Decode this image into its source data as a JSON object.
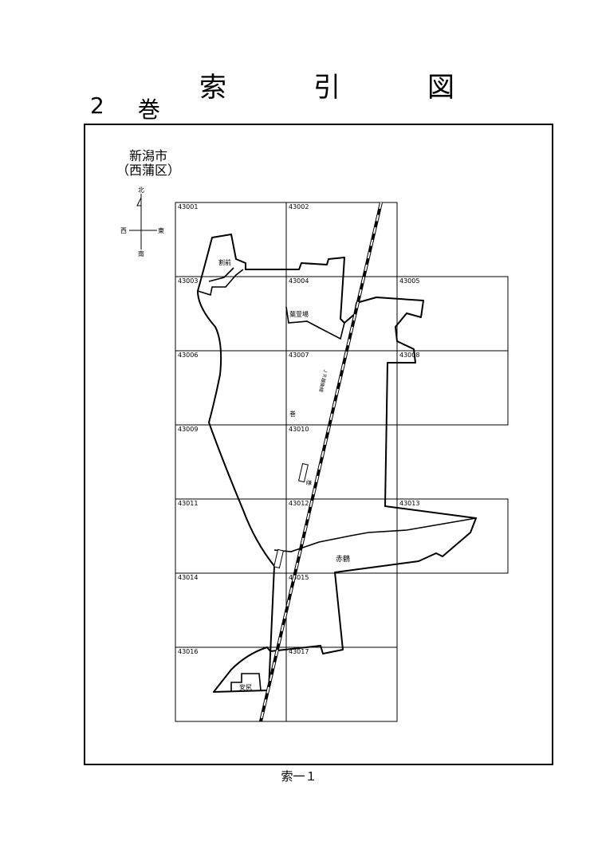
{
  "header": {
    "title_chars": [
      "索",
      "引",
      "図"
    ],
    "volume_number": "2",
    "volume_name": "巻"
  },
  "city": {
    "line1": "新潟市",
    "line2": "（西蒲区）"
  },
  "compass": {
    "north": "北",
    "south": "南",
    "west": "西",
    "east": "東"
  },
  "grid_cells": [
    {
      "id": "43001"
    },
    {
      "id": "43002"
    },
    {
      "id": "43003"
    },
    {
      "id": "43004"
    },
    {
      "id": "43005"
    },
    {
      "id": "43006"
    },
    {
      "id": "43007"
    },
    {
      "id": "43008"
    },
    {
      "id": "43009"
    },
    {
      "id": "43010"
    },
    {
      "id": "43011"
    },
    {
      "id": "43012"
    },
    {
      "id": "43013"
    },
    {
      "id": "43014"
    },
    {
      "id": "43015"
    },
    {
      "id": "43016"
    },
    {
      "id": "43017"
    }
  ],
  "places": {
    "warimae": "割前",
    "kayaba": "葉萱場",
    "maki": "巻",
    "akayakata": "赤鶴",
    "ajiri": "安尻",
    "station": "巻",
    "railway": "ＪＲ越後線"
  },
  "footer": {
    "page": "索一１"
  }
}
